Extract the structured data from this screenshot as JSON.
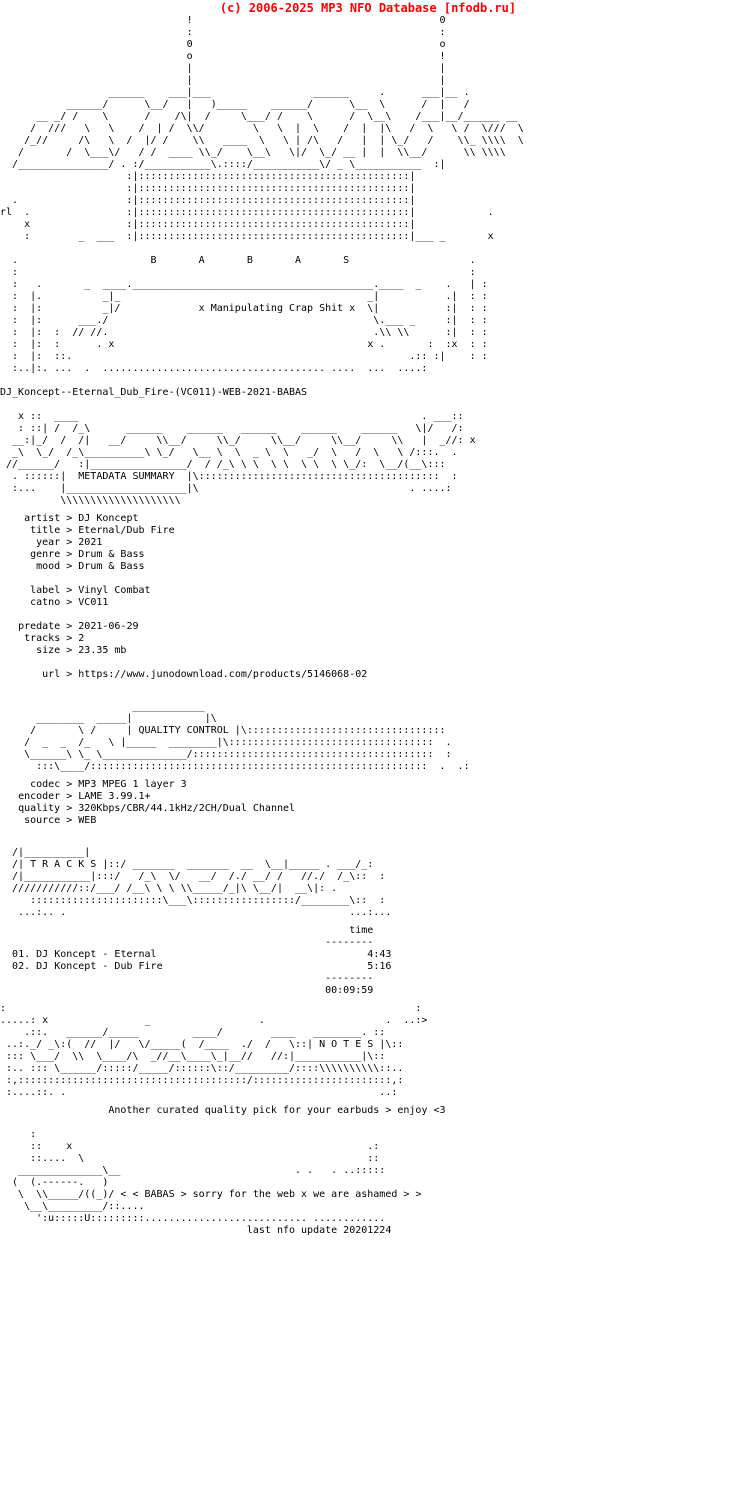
{
  "site_header": "(c) 2006-2025 MP3 NFO Database [nfodb.ru]",
  "release": {
    "name": "DJ_Koncept--Eternal_Dub_Fire-(VC011)-WEB-2021-BABAS",
    "group": "BABAS",
    "group_spaced": "B       A       B       A       S",
    "tagline": "x Manipulating Crap Shit x"
  },
  "sections": {
    "metadata_label": "METADATA SUMMARY",
    "quality_label": "QUALITY CONTROL",
    "tracks_label": "T R A C K S",
    "notes_label": "N O T E S"
  },
  "metadata": {
    "artist": {
      "key": "artist",
      "value": "DJ Koncept"
    },
    "title": {
      "key": "title",
      "value": "Eternal/Dub Fire"
    },
    "year": {
      "key": "year",
      "value": "2021"
    },
    "genre": {
      "key": "genre",
      "value": "Drum & Bass"
    },
    "mood": {
      "key": "mood",
      "value": "Drum & Bass"
    },
    "label": {
      "key": "label",
      "value": "Vinyl Combat"
    },
    "catno": {
      "key": "catno",
      "value": "VC011"
    },
    "predate": {
      "key": "predate",
      "value": "2021-06-29"
    },
    "tracks": {
      "key": "tracks",
      "value": "2"
    },
    "size": {
      "key": "size",
      "value": "23.35 mb"
    },
    "url": {
      "key": "url",
      "value": "https://www.junodownload.com/products/5146068-02"
    }
  },
  "quality": {
    "codec": {
      "key": "codec",
      "value": "MP3 MPEG 1 layer 3"
    },
    "encoder": {
      "key": "encoder",
      "value": "LAME 3.99.1+"
    },
    "quality": {
      "key": "quality",
      "value": "320Kbps/CBR/44.1kHz/2CH/Dual Channel"
    },
    "source": {
      "key": "source",
      "value": "WEB"
    }
  },
  "tracklist": {
    "time_header": "time",
    "divider": "--------",
    "rows": [
      {
        "num": "01.",
        "artist": "DJ Koncept",
        "title": "Eternal",
        "time": "4:43"
      },
      {
        "num": "02.",
        "artist": "DJ Koncept",
        "title": "Dub Fire",
        "time": "5:16"
      }
    ],
    "total": "00:09:59"
  },
  "notes": {
    "text": "Another curated quality pick for your earbuds > enjoy <3"
  },
  "footer": {
    "greet": "< < BABAS > sorry for the web x we are ashamed > >",
    "last_update": "last nfo update 20201224"
  },
  "ascii": {
    "top_logo": "                               !                                         0\n                               :                                         :\n                               0                                         o\n                               o                                         !\n                               |                                         |\n                               |                                         |\n                  ______    ___|___                 ______     .      ___|__ .\n           ______/      \\__/   |   )_____    ______/      \\__  \\      /  |   /\n      __ _/ /    \\      /    /\\|  /     \\___/ /    \\      /  \\__\\    /___|__/______ __\n     /  ///   \\   \\    /  | /  \\\\/        \\   \\  |  \\    /  |  |\\   /  \\   \\ /  \\///  \\\n    /_//     /\\   \\  /  |/ /    \\\\   ____  \\   \\ | /\\   /   |  | \\_/   /    \\\\_ \\\\\\\\  \\\n   /       /  \\___\\/   / /  ____ \\\\_/    \\__\\   \\|/  \\_/ __ |  |  \\\\__/      \\\\ \\\\\\\\\n  /_______________/ . :/___________\\.::::/___________\\/ _ \\___________  :|\n                     :|:::::::::::::::::::::::::::::::::::::::::::::|\n                     :|:::::::::::::::::::::::::::::::::::::::::::::|\n  .                  :|:::::::::::::::::::::::::::::::::::::::::::::|\nrl  .                :|:::::::::::::::::::::::::::::::::::::::::::::|            .\n    x                :|:::::::::::::::::::::::::::::::::::::::::::::|\n    :        _  ___  :|:::::::::::::::::::::::::::::::::::::::::::::|___ _       x\n\n  .                      B       A       B       A       S                    .\n  :                                                                           :\n  :   .       _  ____.________________________________________.____  _    .   | :\n  :  |.          _|_                                         _|           .|  : :\n  :  |:          _|/             x Manipulating Crap Shit x  \\|           :|  : :\n  :  |:      ___./                                            \\.___ _     :|  : :\n  :  |:  :  // //.                                            .\\\\ \\\\      :|  : :\n  :  |:  :      . x                                          x .       :  :x  : :\n  :  |:  ::.                                                        .:: :|    : :\n  :..|:. ...  .  ..................................... ....  ...  ....:\n",
    "metadata_header": "   x ::  ____                                                         . ___::\n   : ::| /  /_\\      ______    ______   ______    ______    ______   \\|/   /:\n  __:|_/  /  /|   __/     \\\\__/     \\\\_/     \\\\__/     \\\\__/     \\\\   |  _//: x\n  _\\  \\_/  /_\\__________\\ \\_/   \\__ \\  \\  _ \\  \\   _/  \\   /  \\   \\ /:::.  .\n //______/   :|________________/  / /_\\ \\ \\  \\ \\  \\ \\  \\ \\_/:  \\__/(__\\:::\n  . ::::::|  METADATA SUMMARY  |\\::::::::::::::::::::::::::::::::::::::::  :\n  :...    |____________________|\\                                   . ....:\n          \\\\\\\\\\\\\\\\\\\\\\\\\\\\\\\\\\\\\\\\\n",
    "quality_header": "                      ____________\n      ________  _____|            |\\\n     /       \\ /     | QUALITY CONTROL |\\:::::::::::::::::::::::::::::::::\n    /  _  _  /_   \\ |_____  ________|\\::::::::::::::::::::::::::::::::::  .\n    \\______\\ \\_ \\______________/::::::::::::::::::::::::::::::::::::::::  :\n      :::\\____/::::::::::::::::::::::::::::::::::::::::::::::::::::::::  .  .:\n",
    "tracks_header": "  /|__________|\n  /| T R A C K S |::/ _______  _______  __  \\__|_____ . ___/_:\n  /|___________|:::/   /_\\  \\/   __/  /./ __/ /   //./  /_\\::  :\n  ///////////::/___/ /__\\ \\ \\ \\\\_____/_|\\ \\__/|  __\\|: .\n     ::::::::::::::::::::::\\___\\:::::::::::::::::/________\\::  :\n   ...:.. .                                               ...:...\n",
    "notes_header": ":                                                                    :\n.....: x                _                  .                    .  ..:>\n    .::.   ______/_____         ____/        ____   ________. ::\n ..:._/ _\\:(  //  |/   \\/_____(  /____  ./  /   \\::| N O T E S |\\::\n ::: \\___/  \\\\  \\____/\\  _//__\\____\\_|__//   //:|___________|\\::\n :.. ::: \\______/:::::/_____/::::::\\::/_________/::::\\\\\\\\\\\\\\\\\\\\::..\n :,::::::::::::::::::::::::::::::::::::::/:::::::::::::::::::::::,:\n :....::. .                                                    ..:\n",
    "footer_art": "     :\n     ::    x                                                 .:\n     ::....  \\                                               ::\n   ______________\\__                             . .   . ..:::::\n  (  (.------.   )\n   \\  \\\\_____/((_)/ < < BABAS > sorry for the web x we are ashamed > >\n    \\__\\_________/::....\n      ':u:::::U:::::::::........................... ............\n"
  }
}
